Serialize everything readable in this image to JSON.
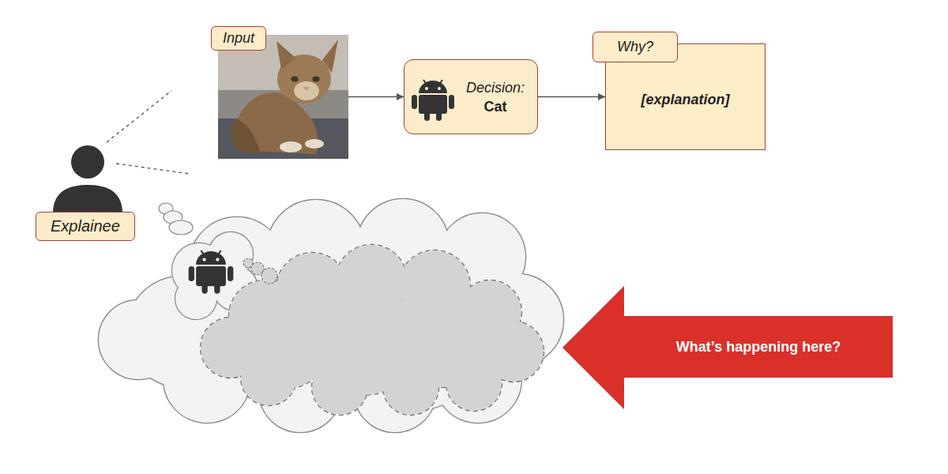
{
  "diagram": {
    "nodes": [
      {
        "text": [
          "Input"
        ]
      },
      {
        "text": [
          "Decision:",
          "Cat"
        ]
      },
      {
        "text": [
          "Why?",
          "[explanation]"
        ]
      },
      {
        "text": [
          "Explainee"
        ]
      },
      {
        "text": [
          "What’s happening here?"
        ]
      }
    ],
    "edges": [
      {
        "from": 0,
        "to": 1,
        "arrow": "to"
      },
      {
        "from": 1,
        "to": 2,
        "arrow": "to"
      }
    ]
  }
}
